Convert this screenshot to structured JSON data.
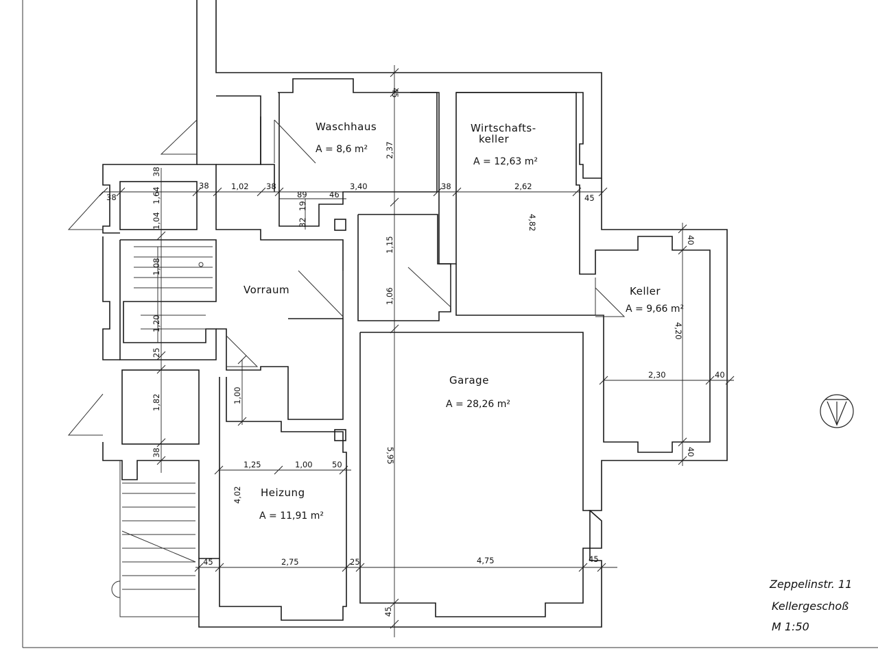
{
  "rooms": {
    "waschhaus": {
      "name": "Waschhaus",
      "area": "A = 8,6 m²"
    },
    "wirtschaftskeller": {
      "name1": "Wirtschafts-",
      "name2": "keller",
      "area": "A = 12,63 m²"
    },
    "vorraum": {
      "name": "Vorraum"
    },
    "keller": {
      "name": "Keller",
      "area": "A = 9,66 m²"
    },
    "garage": {
      "name": "Garage",
      "area": "A = 28,26  m²"
    },
    "heizung": {
      "name": "Heizung",
      "area": "A = 11,91 m²"
    }
  },
  "dimensions": {
    "d_38_top": "38",
    "d_38_left": "38",
    "d_164": "1,64",
    "d_104": "1,04",
    "d_38_b": "38",
    "d_102": "1,02",
    "d_38_c": "38",
    "d_89": "89",
    "d_46": "46",
    "d_340": "3,40",
    "d_32": "32",
    "d_19": "19",
    "d_38_d": "38",
    "d_262": "2,62",
    "d_45_a": "45",
    "d_45_top": "45",
    "d_237": "2,37",
    "d_482": "4,82",
    "d_115": "1,15",
    "d_106": "1,06",
    "d_108": "1,08",
    "d_120": "1,20",
    "d_25_a": "25",
    "d_182": "1,82",
    "d_38_e": "38",
    "d_100_v": "1,00",
    "d_40_a": "40",
    "d_420": "4,20",
    "d_230": "2,30",
    "d_40_b": "40",
    "d_40_c": "40",
    "d_595": "5,95",
    "d_125": "1,25",
    "d_100_h": "1,00",
    "d_50": "50",
    "d_402": "4,02",
    "d_45_b": "45",
    "d_275": "2,75",
    "d_25_b": "25",
    "d_475": "4,75",
    "d_45_c": "45",
    "d_45_bottom": "45"
  },
  "titleblock": {
    "line1": "Zeppelinstr.  11",
    "line2": "Kellergeschoß",
    "line3": "M    1:50"
  },
  "symbol": {
    "name": "north-arrow-icon"
  }
}
